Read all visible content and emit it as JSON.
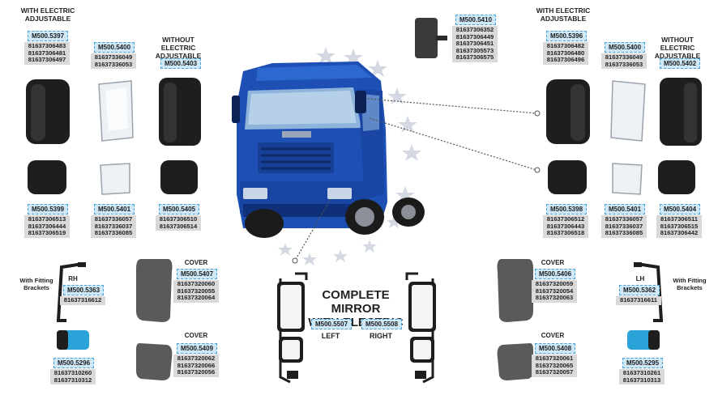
{
  "headers": {
    "left_electric": [
      "WITH ELECTRIC",
      "ADJUSTABLE"
    ],
    "left_manual": [
      "WITHOUT ELECTRIC",
      "ADJUSTABLE"
    ],
    "right_electric": [
      "WITH ELECTRIC",
      "ADJUSTABLE"
    ],
    "right_manual": [
      "WITHOUT ELECTRIC",
      "ADJUSTABLE"
    ]
  },
  "parts": {
    "p5397": {
      "code": "M500.5397",
      "refs": [
        "81637306483",
        "81637306481",
        "81637306497"
      ]
    },
    "p5400L": {
      "code": "M500.5400",
      "refs": [
        "81637336049",
        "81637336053"
      ]
    },
    "p5403": {
      "code": "M500.5403",
      "refs": []
    },
    "p5399": {
      "code": "M500.5399",
      "refs": [
        "81637306513",
        "81637306444",
        "81637306519"
      ]
    },
    "p5401L": {
      "code": "M500.5401",
      "refs": [
        "81637336057",
        "81637336037",
        "81637336085"
      ]
    },
    "p5405": {
      "code": "M500.5405",
      "refs": [
        "81637306510",
        "81637306514"
      ]
    },
    "p5410": {
      "code": "M500.5410",
      "refs": [
        "81637306352",
        "81637306449",
        "81637306451",
        "81637305573",
        "81637306575"
      ]
    },
    "p5396": {
      "code": "M500.5396",
      "refs": [
        "81637306482",
        "81637306480",
        "81637306496"
      ]
    },
    "p5400R": {
      "code": "M500.5400",
      "refs": [
        "81637336049",
        "81637336053"
      ]
    },
    "p5402": {
      "code": "M500.5402",
      "refs": []
    },
    "p5398": {
      "code": "M500.5398",
      "refs": [
        "81637306512",
        "81637306443",
        "81637306518"
      ]
    },
    "p5401R": {
      "code": "M500.5401",
      "refs": [
        "81637336057",
        "81637336037",
        "81637336085"
      ]
    },
    "p5404": {
      "code": "M500.5404",
      "refs": [
        "81637306511",
        "81637306515",
        "81637306442"
      ]
    },
    "p5363": {
      "code": "M500.5363",
      "refs": [
        "81637316612"
      ],
      "side": "RH"
    },
    "p5296L": {
      "code": "M500.5296",
      "refs": [
        "81637310260",
        "81637310312"
      ]
    },
    "p5407": {
      "code": "M500.5407",
      "refs": [
        "81637320060",
        "81637320055",
        "81637320064"
      ],
      "title": "COVER"
    },
    "p5409": {
      "code": "M500.5409",
      "refs": [
        "81637320062",
        "81637320066",
        "81637320056"
      ],
      "title": "COVER"
    },
    "p5406": {
      "code": "M500.5406",
      "refs": [
        "81637320059",
        "81637320054",
        "81637320063"
      ],
      "title": "COVER"
    },
    "p5408": {
      "code": "M500.5408",
      "refs": [
        "81637320061",
        "81637320065",
        "81637320057"
      ],
      "title": "COVER"
    },
    "p5362": {
      "code": "M500.5362",
      "refs": [
        "81637316611"
      ],
      "side": "LH"
    },
    "p5295R": {
      "code": "M500.5295",
      "refs": [
        "81637310261",
        "81637310313"
      ]
    }
  },
  "brackets": {
    "left": [
      "With Fitting",
      "Brackets"
    ],
    "right": [
      "With Fitting",
      "Brackets"
    ]
  },
  "complete": {
    "title": [
      "COMPLETE MIRROR",
      "WITH ELECTRIC"
    ],
    "left_code": "M500.5507",
    "right_code": "M500.5508",
    "left_label": "LEFT",
    "right_label": "RIGHT"
  },
  "colors": {
    "code_bg": "#cfe8f7",
    "code_border": "#4aa0d8",
    "refs_bg": "#d9d9d9",
    "truck_blue": "#1e4fb5"
  }
}
